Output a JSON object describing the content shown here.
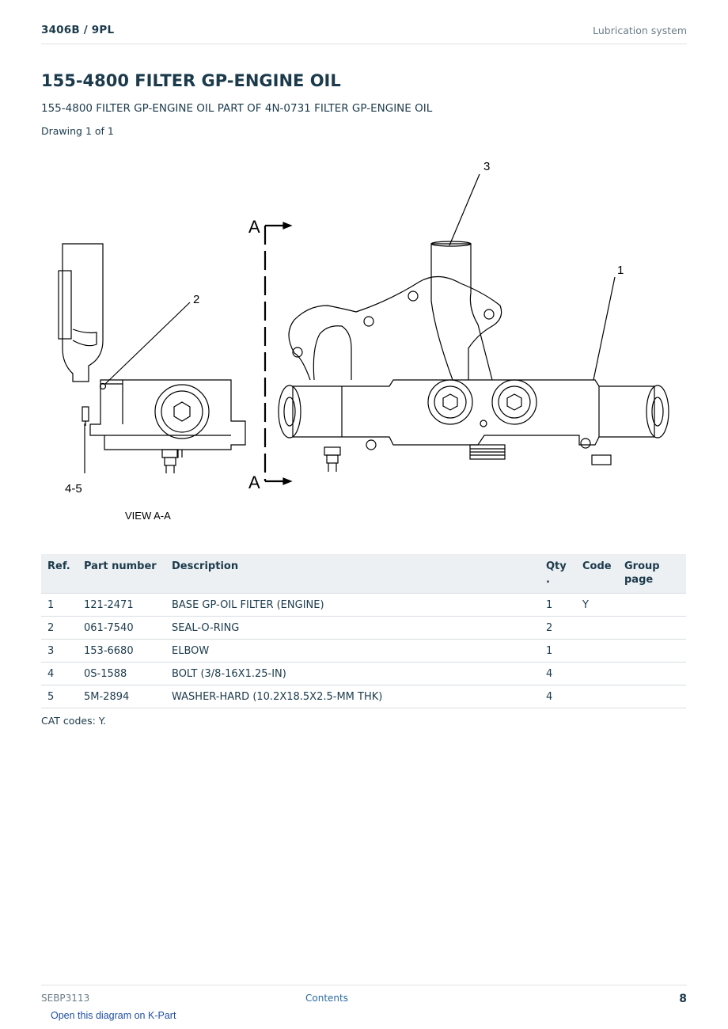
{
  "header": {
    "model": "3406B  /  9PL",
    "section": "Lubrication system"
  },
  "title": "155-4800 FILTER GP-ENGINE OIL",
  "subtitle": "155-4800 FILTER GP-ENGINE OIL PART OF 4N-0731 FILTER GP-ENGINE OIL",
  "drawing_count": "Drawing 1 of 1",
  "drawing": {
    "callouts": [
      "1",
      "2",
      "3",
      "4-5"
    ],
    "section_marks": [
      "A",
      "A"
    ],
    "view_label": "VIEW A-A"
  },
  "table": {
    "headers": {
      "ref": "Ref.",
      "part_number": "Part number",
      "description": "Description",
      "qty_line1": "Qty",
      "qty_line2": ".",
      "code": "Code",
      "group_line1": "Group",
      "group_line2": "page"
    },
    "rows": [
      {
        "ref": "1",
        "part_number": "121-2471",
        "description": "BASE GP-OIL FILTER (ENGINE)",
        "qty": "1",
        "code": "Y",
        "group_page": ""
      },
      {
        "ref": "2",
        "part_number": "061-7540",
        "description": "SEAL-O-RING",
        "qty": "2",
        "code": "",
        "group_page": ""
      },
      {
        "ref": "3",
        "part_number": "153-6680",
        "description": "ELBOW",
        "qty": "1",
        "code": "",
        "group_page": ""
      },
      {
        "ref": "4",
        "part_number": "0S-1588",
        "description": "BOLT (3/8-16X1.25-IN)",
        "qty": "4",
        "code": "",
        "group_page": ""
      },
      {
        "ref": "5",
        "part_number": "5M-2894",
        "description": "WASHER-HARD (10.2X18.5X2.5-MM THK)",
        "qty": "4",
        "code": "",
        "group_page": ""
      }
    ]
  },
  "cat_codes": "CAT codes: Y.",
  "footer": {
    "doc_id": "SEBP3113",
    "contents_link": "Contents",
    "page_number": "8"
  },
  "kpart_link": "Open this diagram on K-Part"
}
